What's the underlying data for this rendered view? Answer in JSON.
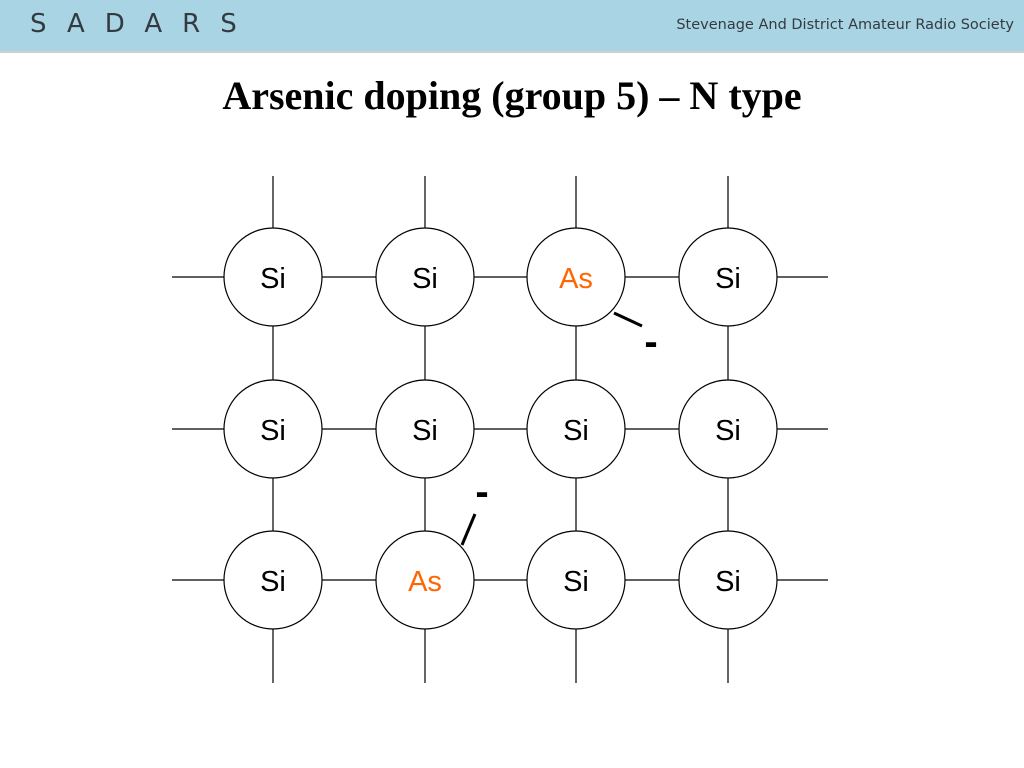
{
  "header": {
    "logo": "SADARS",
    "society": "Stevenage And District Amateur Radio Society",
    "background": "#a9d4e4"
  },
  "slide": {
    "title": "Arsenic doping (group 5) – N type"
  },
  "lattice": {
    "rows": [
      [
        "Si",
        "Si",
        "As",
        "Si"
      ],
      [
        "Si",
        "Si",
        "Si",
        "Si"
      ],
      [
        "Si",
        "As",
        "Si",
        "Si"
      ]
    ],
    "dopant_color": "#ff6600",
    "host_color": "#000000",
    "free_electron_label": "-"
  }
}
